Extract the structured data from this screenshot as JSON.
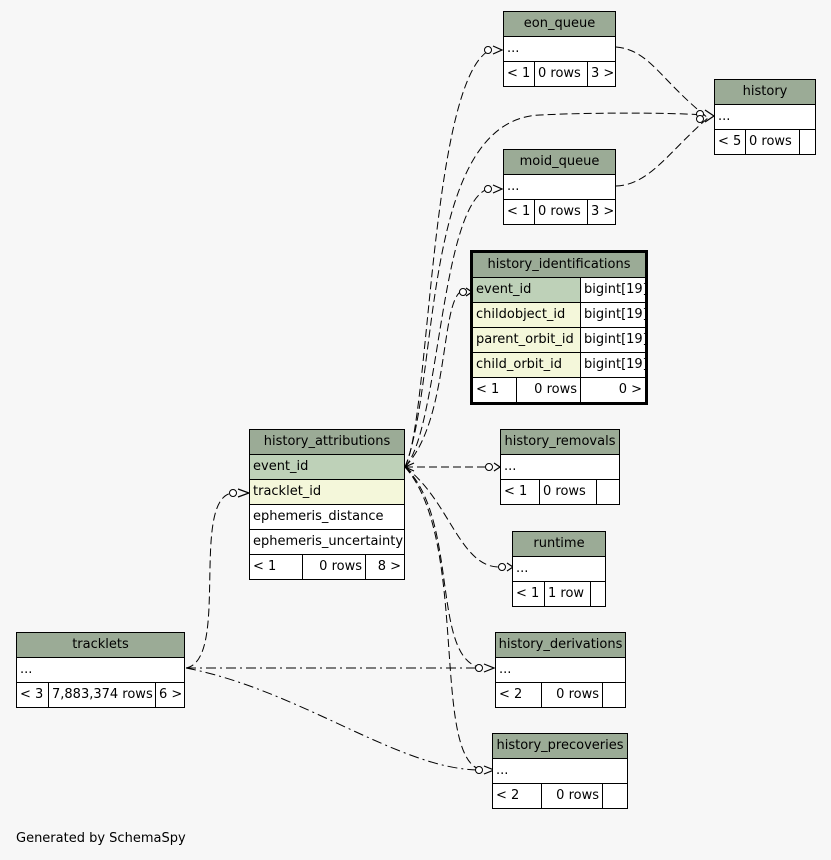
{
  "tables": {
    "eon_queue": {
      "name": "eon_queue",
      "cols": "...",
      "parents": "< 1",
      "rows": "0 rows",
      "children": "3 >"
    },
    "history": {
      "name": "history",
      "cols": "...",
      "parents": "< 5",
      "rows": "0 rows",
      "children": ""
    },
    "moid_queue": {
      "name": "moid_queue",
      "cols": "...",
      "parents": "< 1",
      "rows": "0 rows",
      "children": "3 >"
    },
    "history_identifications": {
      "name": "history_identifications",
      "columns": [
        {
          "name": "event_id",
          "type": "bigint[19]"
        },
        {
          "name": "childobject_id",
          "type": "bigint[19]"
        },
        {
          "name": "parent_orbit_id",
          "type": "bigint[19]"
        },
        {
          "name": "child_orbit_id",
          "type": "bigint[19]"
        }
      ],
      "parents": "< 1",
      "rows": "0 rows",
      "children": "0 >"
    },
    "history_attributions": {
      "name": "history_attributions",
      "columns": [
        "event_id",
        "tracklet_id",
        "ephemeris_distance",
        "ephemeris_uncertainty"
      ],
      "parents": "< 1",
      "rows": "0 rows",
      "children": "8 >"
    },
    "history_removals": {
      "name": "history_removals",
      "cols": "...",
      "parents": "< 1",
      "rows": "0 rows",
      "children": ""
    },
    "runtime": {
      "name": "runtime",
      "cols": "...",
      "parents": "< 1",
      "rows": "1 row",
      "children": ""
    },
    "tracklets": {
      "name": "tracklets",
      "cols": "...",
      "parents": "< 3",
      "rows": "7,883,374 rows",
      "children": "6 >"
    },
    "history_derivations": {
      "name": "history_derivations",
      "cols": "...",
      "parents": "< 2",
      "rows": "0 rows",
      "children": ""
    },
    "history_precoveries": {
      "name": "history_precoveries",
      "cols": "...",
      "parents": "< 2",
      "rows": "0 rows",
      "children": ""
    }
  },
  "footer": "Generated by SchemaSpy",
  "colors": {
    "header": "#9bab96",
    "primary_key": "#bed1b8",
    "foreign_key": "#f4f7da",
    "background": "#f7f7f7"
  }
}
